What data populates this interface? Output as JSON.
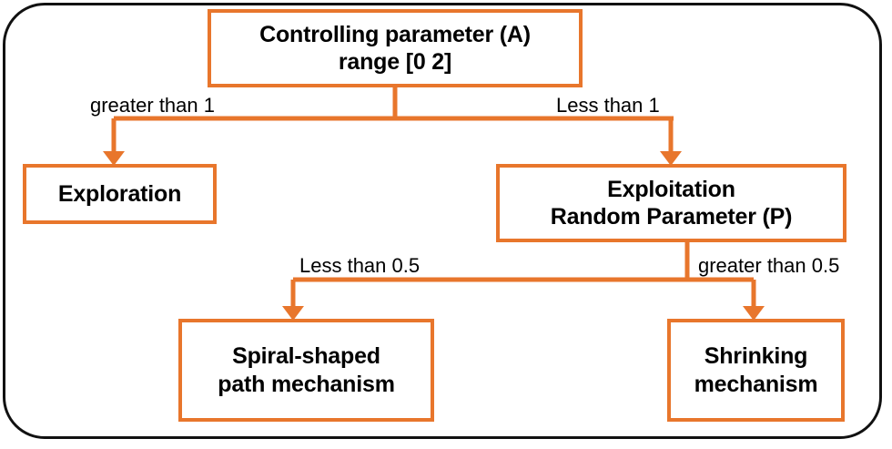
{
  "diagram": {
    "title_present": false,
    "colors": {
      "accent_orange": "#E8762C",
      "frame_black": "#111111",
      "text_black": "#000000",
      "background": "#FFFFFF"
    },
    "nodes": {
      "controlling": "Controlling parameter (A)\nrange [0 2]",
      "exploration": "Exploration",
      "exploitation": "Exploitation\nRandom Parameter (P)",
      "spiral": "Spiral-shaped\npath mechanism",
      "shrinking": "Shrinking\nmechanism"
    },
    "edge_labels": {
      "greater_than_1": "greater than 1",
      "less_than_1": "Less than 1",
      "less_than_05": "Less than 0.5",
      "greater_than_05": "greater than 0.5"
    }
  }
}
